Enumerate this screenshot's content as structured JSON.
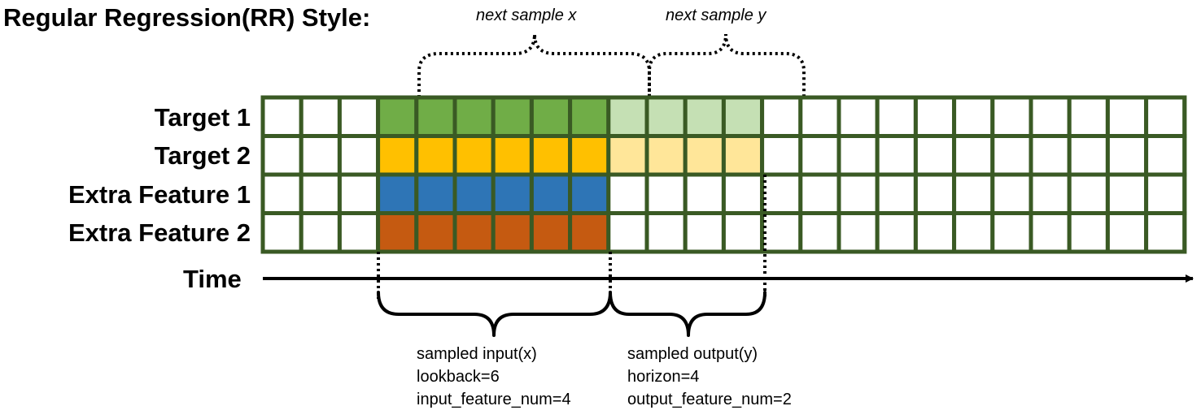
{
  "title": "Regular Regression(RR) Style:",
  "rows": [
    {
      "label": "Target 1"
    },
    {
      "label": "Target 2"
    },
    {
      "label": "Extra Feature 1"
    },
    {
      "label": "Extra Feature 2"
    }
  ],
  "time_label": "Time",
  "grid": {
    "columns": 24,
    "input_start_col": 3,
    "lookback": 6,
    "horizon": 4,
    "input_feature_num": 4,
    "output_feature_num": 2
  },
  "colors": {
    "grid_line": "#3a5a24",
    "empty": "#ffffff",
    "input": [
      "#70ad47",
      "#ffc000",
      "#2e75b6",
      "#c55a11"
    ],
    "output": [
      "#c5e0b4",
      "#ffe699"
    ]
  },
  "top_labels": {
    "next_x": "next sample x",
    "next_y": "next sample y"
  },
  "input_note": [
    "sampled input(x)",
    "lookback=6",
    "input_feature_num=4"
  ],
  "output_note": [
    "sampled output(y)",
    "horizon=4",
    "output_feature_num=2"
  ]
}
